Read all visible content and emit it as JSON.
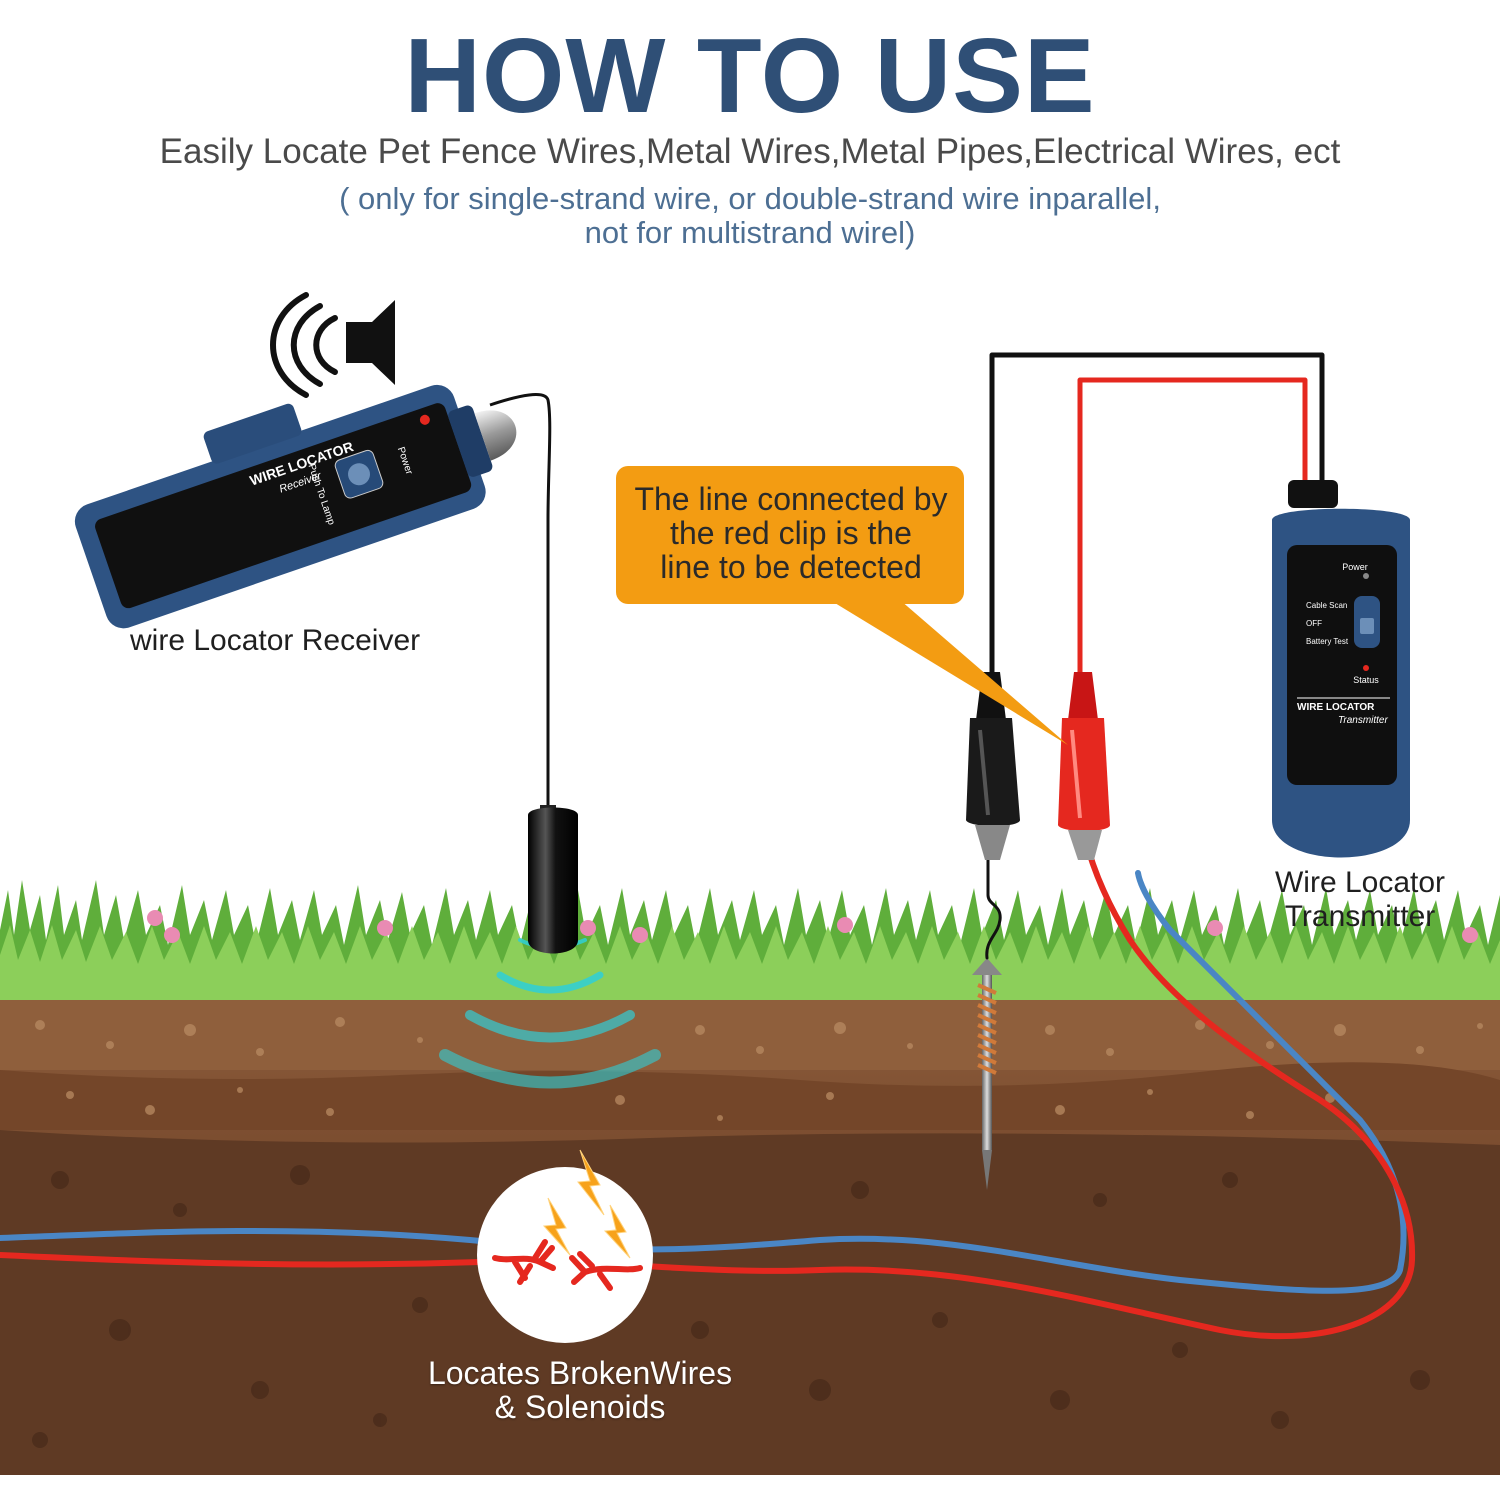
{
  "header": {
    "title": "HOW TO USE",
    "subtitle": "Easily Locate Pet Fence Wires,Metal Wires,Metal Pipes,Electrical Wires, ect",
    "note_line1": "( only for single-strand wire, or double-strand wire inparallel,",
    "note_line2": "not for multistrand wirel)"
  },
  "callout": {
    "line1": "The line connected by",
    "line2": "the red clip is the",
    "line3": "line to be detected",
    "color": "#f39c12"
  },
  "receiver": {
    "caption": "wire Locator Receiver",
    "brand": "WIRE LOCATOR",
    "model": "Receiver",
    "power_label": "Power",
    "button_label": "Push To Lamp"
  },
  "transmitter": {
    "caption_line1": "Wire Locator",
    "caption_line2": "Transmitter",
    "power_label": "Power",
    "mode_cable_scan": "Cable Scan",
    "mode_off": "OFF",
    "mode_battery_test": "Battery Test",
    "status_label": "Status",
    "brand": "WIRE LOCATOR",
    "model": "Transmitter"
  },
  "break_point": {
    "caption_line1": "Locates BrokenWires",
    "caption_line2": "& Solenoids"
  },
  "colors": {
    "title": "#2f4f76",
    "device_body": "#2e5383",
    "red_wire": "#e5281f",
    "blue_wire": "#4a86c5",
    "grass": "#5aa83a",
    "soil_top": "#8a5a3a",
    "soil_bottom": "#5a3522"
  },
  "icons": [
    "speaker-icon",
    "lightning-icon"
  ]
}
